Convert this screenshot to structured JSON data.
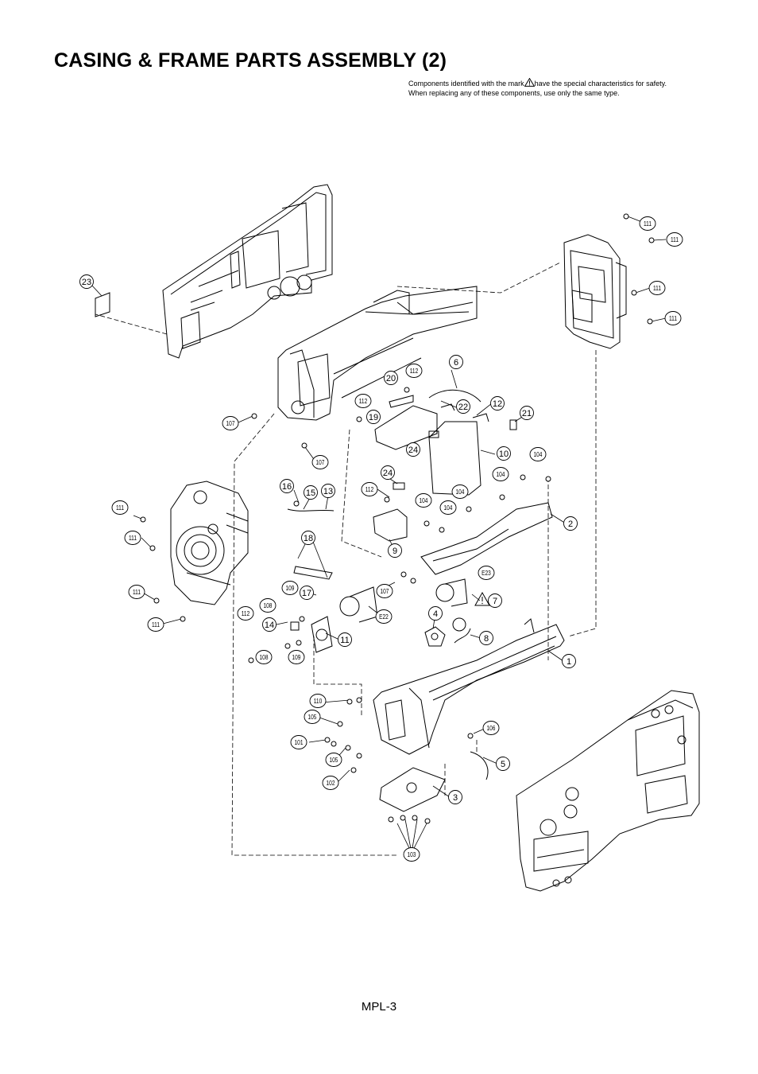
{
  "page": {
    "title": "CASING & FRAME PARTS ASSEMBLY (2)",
    "note_line1_before": "Components identified with the mark",
    "note_line1_after": "have the special characteristics for safety.",
    "note_line2": "When replacing any of these components, use only the same type.",
    "footer": "MPL-3"
  },
  "colors": {
    "ink": "#000000",
    "paper": "#ffffff"
  },
  "callouts": [
    {
      "id": "c-1",
      "label": "1"
    },
    {
      "id": "c-2",
      "label": "2"
    },
    {
      "id": "c-3",
      "label": "3"
    },
    {
      "id": "c-4",
      "label": "4"
    },
    {
      "id": "c-5",
      "label": "5"
    },
    {
      "id": "c-6",
      "label": "6"
    },
    {
      "id": "c-7",
      "label": "7"
    },
    {
      "id": "c-8",
      "label": "8"
    },
    {
      "id": "c-9",
      "label": "9"
    },
    {
      "id": "c-10",
      "label": "10"
    },
    {
      "id": "c-11",
      "label": "11"
    },
    {
      "id": "c-12",
      "label": "12"
    },
    {
      "id": "c-13",
      "label": "13"
    },
    {
      "id": "c-14",
      "label": "14"
    },
    {
      "id": "c-15",
      "label": "15"
    },
    {
      "id": "c-16",
      "label": "16"
    },
    {
      "id": "c-17",
      "label": "17"
    },
    {
      "id": "c-18",
      "label": "18"
    },
    {
      "id": "c-19",
      "label": "19"
    },
    {
      "id": "c-20",
      "label": "20"
    },
    {
      "id": "c-21",
      "label": "21"
    },
    {
      "id": "c-22",
      "label": "22"
    },
    {
      "id": "c-23",
      "label": "23"
    },
    {
      "id": "c-24a",
      "label": "24"
    },
    {
      "id": "c-24b",
      "label": "24"
    },
    {
      "id": "c-e22",
      "label": "E22"
    },
    {
      "id": "c-e23",
      "label": "E23"
    },
    {
      "id": "c-101",
      "label": "101"
    },
    {
      "id": "c-102",
      "label": "102"
    },
    {
      "id": "c-103",
      "label": "103"
    },
    {
      "id": "c-104a",
      "label": "104"
    },
    {
      "id": "c-104b",
      "label": "104"
    },
    {
      "id": "c-104c",
      "label": "104"
    },
    {
      "id": "c-104d",
      "label": "104"
    },
    {
      "id": "c-104e",
      "label": "104"
    },
    {
      "id": "c-105a",
      "label": "105"
    },
    {
      "id": "c-105b",
      "label": "105"
    },
    {
      "id": "c-106",
      "label": "106"
    },
    {
      "id": "c-107a",
      "label": "107"
    },
    {
      "id": "c-107b",
      "label": "107"
    },
    {
      "id": "c-107c",
      "label": "107"
    },
    {
      "id": "c-108a",
      "label": "108"
    },
    {
      "id": "c-108b",
      "label": "108"
    },
    {
      "id": "c-109a",
      "label": "109"
    },
    {
      "id": "c-109b",
      "label": "109"
    },
    {
      "id": "c-110",
      "label": "110"
    },
    {
      "id": "c-111a",
      "label": "111"
    },
    {
      "id": "c-111b",
      "label": "111"
    },
    {
      "id": "c-111c",
      "label": "111"
    },
    {
      "id": "c-111d",
      "label": "111"
    },
    {
      "id": "c-111e",
      "label": "111"
    },
    {
      "id": "c-111f",
      "label": "111"
    },
    {
      "id": "c-111g",
      "label": "111"
    },
    {
      "id": "c-111h",
      "label": "111"
    },
    {
      "id": "c-112a",
      "label": "112"
    },
    {
      "id": "c-112b",
      "label": "112"
    },
    {
      "id": "c-112c",
      "label": "112"
    },
    {
      "id": "c-112d",
      "label": "112"
    }
  ]
}
